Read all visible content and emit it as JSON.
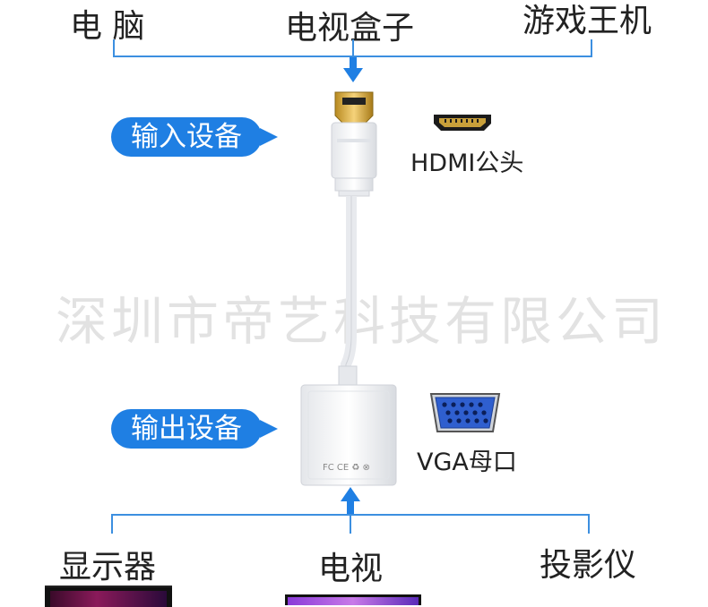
{
  "top_devices": [
    "电 脑",
    "电视盒子",
    "游戏王机"
  ],
  "input_badge": "输入设备",
  "output_badge": "输出设备",
  "hdmi_label": "HDMI公头",
  "vga_label": "VGA母口",
  "watermark": "深圳市帝艺科技有限公司",
  "adapter_marks": "FC CE ♻ ⊗",
  "bottom_devices": [
    "显示器",
    "电视",
    "投影仪"
  ],
  "colors": {
    "accent": "#1f7fe3",
    "line": "#3c8fe0",
    "vga_blue": "#2f5fcf"
  }
}
